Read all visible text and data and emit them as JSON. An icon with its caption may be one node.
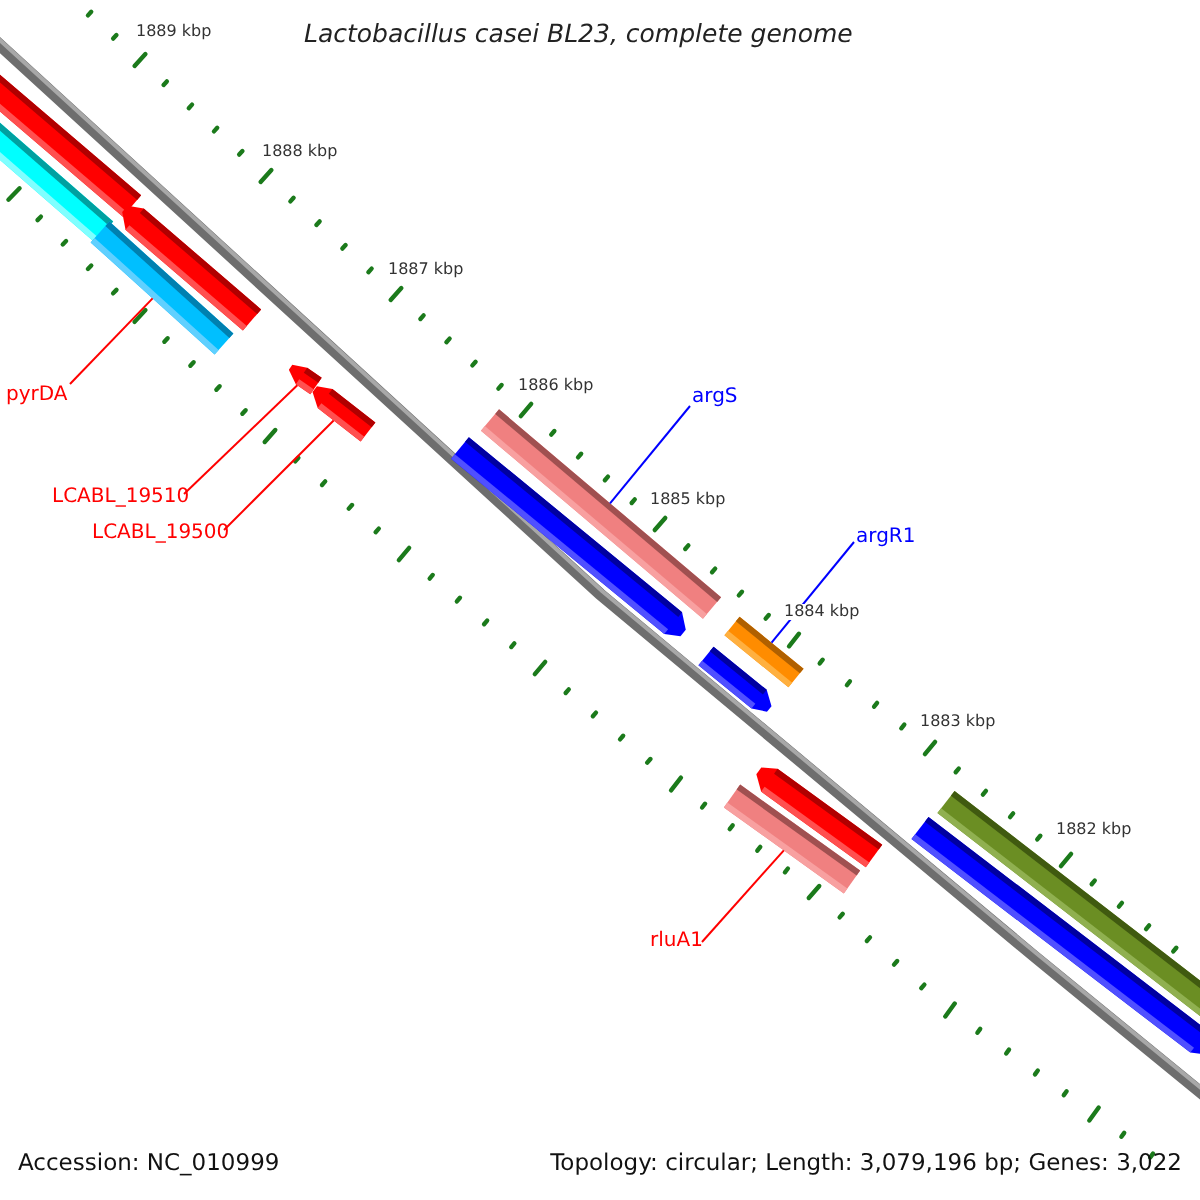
{
  "diagram": {
    "title": "Lactobacillus casei BL23, complete genome",
    "nodes": [
      {
        "text": [
          "pyrDA"
        ]
      },
      {
        "text": [],
        "shape": "bar"
      },
      {
        "text": [
          "LCABL_19510"
        ]
      },
      {
        "text": [],
        "shape": "bar"
      },
      {
        "text": [
          "LCABL_19500"
        ]
      },
      {
        "text": [],
        "shape": "bar"
      },
      {
        "text": [
          "argS"
        ]
      },
      {
        "text": [],
        "shape": "bar"
      },
      {
        "text": [
          "argR1"
        ]
      },
      {
        "text": [],
        "shape": "bar"
      },
      {
        "text": [
          "rluA1"
        ]
      },
      {
        "text": [],
        "shape": "bar"
      }
    ],
    "edges": [
      {
        "from": 0,
        "to": 1,
        "arrow": "none"
      },
      {
        "from": 2,
        "to": 3,
        "arrow": "none"
      },
      {
        "from": 4,
        "to": 5,
        "arrow": "none"
      },
      {
        "from": 6,
        "to": 7,
        "arrow": "none",
        "color": "#0000ff"
      },
      {
        "from": 8,
        "to": 9,
        "arrow": "none",
        "color": "#0000ff"
      },
      {
        "from": 10,
        "to": 11,
        "arrow": "none"
      }
    ],
    "labels": [
      "1889 kbp",
      "1888 kbp",
      "1887 kbp",
      "1886 kbp",
      "1885 kbp",
      "1884 kbp",
      "1883 kbp",
      "1882 kbp",
      "Accession: NC_010999",
      "Topology: circular; Length: 3,079,196 bp; Genes: 3,022"
    ]
  }
}
